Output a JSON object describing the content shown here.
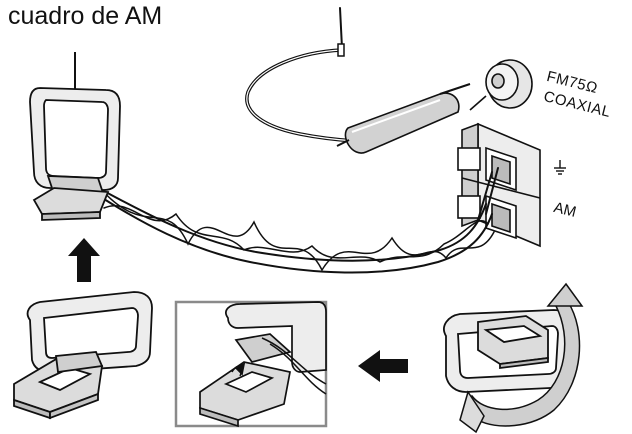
{
  "diagram": {
    "title": "cuadro de AM",
    "labels": {
      "fm_line1": "FM75Ω",
      "fm_line2": "COAXIAL",
      "am": "AM"
    },
    "icons": {
      "ground": "ground-symbol-icon",
      "up_arrow": "arrow-up-icon",
      "left_arrow": "arrow-left-icon",
      "rotate_arrow": "rotate-arrow-icon"
    },
    "colors": {
      "ink": "#111111",
      "fill_light": "#ededed",
      "fill_mid": "#cfcfcf",
      "frame": "#8a8a8a"
    }
  }
}
